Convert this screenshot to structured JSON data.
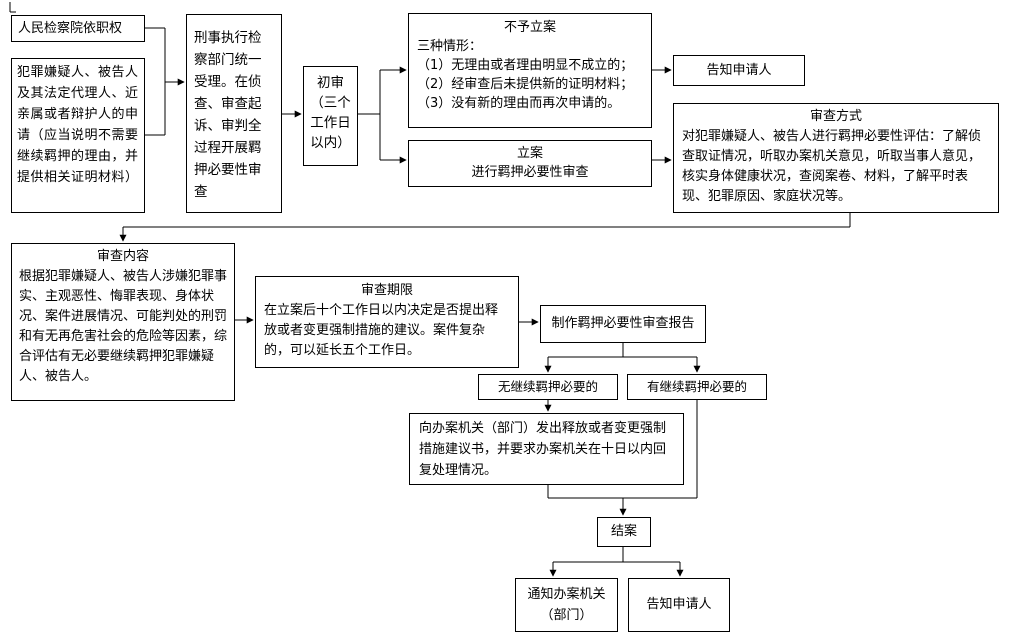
{
  "left_top": "人民检察院依职权",
  "applicant_request": "犯罪嫌疑人、被告人及其法定代理人、近亲属或者辩护人的申请（应当说明不需要继续羁押的理由，并提供相关证明材料）",
  "unified_acceptance": "刑事执行检察部门统一受理。在侦查、审查起诉、审判全过程开展羁押必要性审查",
  "initial_review": "初审（三个工作日以内）",
  "no_filing": {
    "title": "不予立案",
    "intro": "三种情形：",
    "items": [
      "（1）无理由或者理由明显不成立的；",
      "（2）经审查后未提供新的证明材料；",
      "（3）没有新的理由而再次申请的。"
    ]
  },
  "notify_applicant_1": "告知申请人",
  "filing": {
    "title": "立案",
    "subtitle": "进行羁押必要性审查"
  },
  "review_method": {
    "title": "审查方式",
    "body": "对犯罪嫌疑人、被告人进行羁押必要性评估：了解侦查取证情况，听取办案机关意见，听取当事人意见，核实身体健康状况，查阅案卷、材料，了解平时表现、犯罪原因、家庭状况等。"
  },
  "review_content": {
    "title": "审查内容",
    "body": "根据犯罪嫌疑人、被告人涉嫌犯罪事实、主观恶性、悔罪表现、身体状况、案件进展情况、可能判处的刑罚和有无再危害社会的危险等因素，综合评估有无必要继续羁押犯罪嫌疑人、被告人。"
  },
  "review_period": {
    "title": "审查期限",
    "body": "在立案后十个工作日以内决定是否提出释放或者变更强制措施的建议。案件复杂的，可以延长五个工作日。"
  },
  "make_report": "制作羁押必要性审查报告",
  "no_need": "无继续羁押必要的",
  "has_need": "有继续羁押必要的",
  "send_advice": "向办案机关（部门）发出释放或者变更强制措施建议书，并要求办案机关在十日以内回复处理情况。",
  "close_case": "结案",
  "notify_agency": "通知办案机关（部门）",
  "notify_applicant_2": "告知申请人"
}
